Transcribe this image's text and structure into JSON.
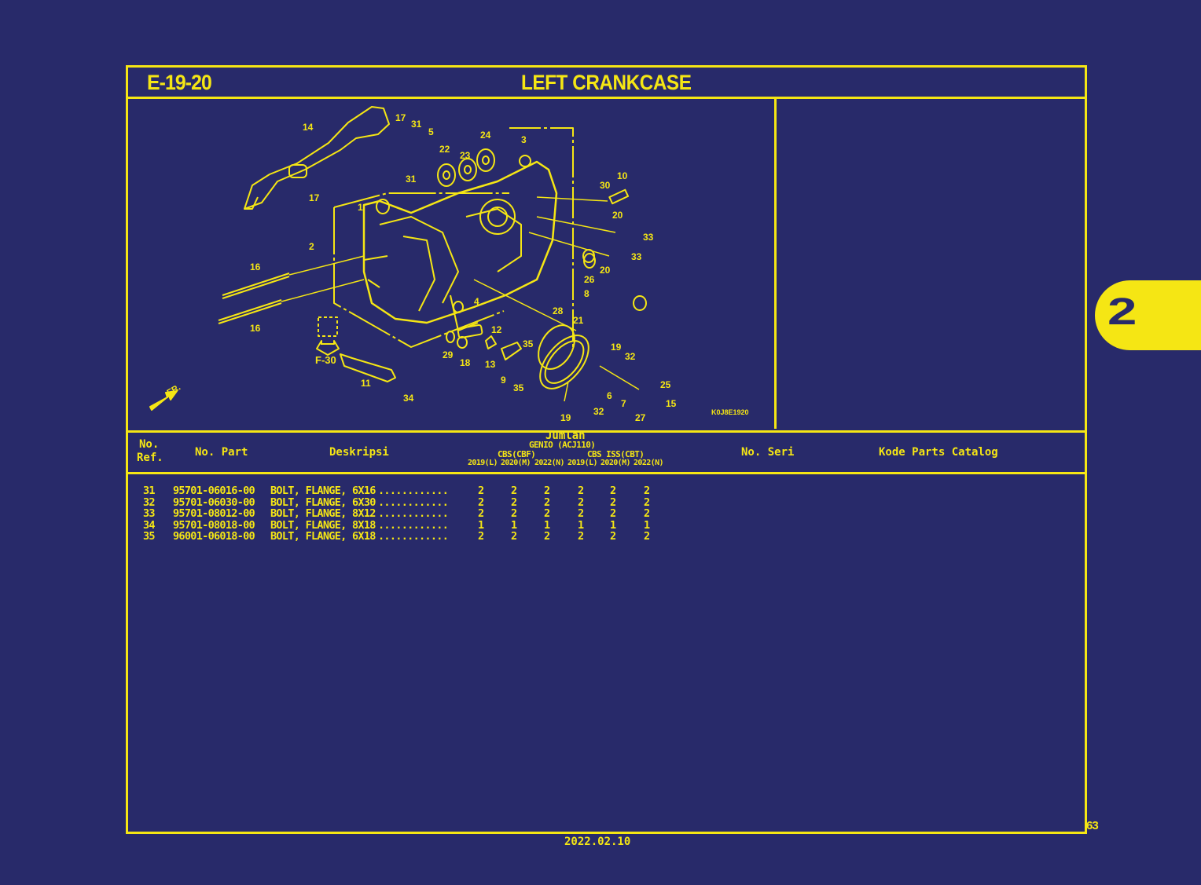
{
  "header": {
    "section_code": "E-19-20",
    "title": "LEFT CRANKCASE"
  },
  "diagram": {
    "figure_code": "K0J8E1920",
    "reference_label": "F-30",
    "direction_label": "FR.",
    "callouts": [
      "1",
      "2",
      "3",
      "4",
      "5",
      "6",
      "7",
      "8",
      "9",
      "10",
      "11",
      "12",
      "13",
      "14",
      "15",
      "16",
      "16",
      "17",
      "17",
      "18",
      "19",
      "19",
      "20",
      "20",
      "21",
      "22",
      "23",
      "24",
      "25",
      "26",
      "27",
      "28",
      "29",
      "30",
      "31",
      "31",
      "32",
      "32",
      "33",
      "33",
      "34",
      "35",
      "35"
    ]
  },
  "table": {
    "columns": {
      "ref_line1": "No.",
      "ref_line2": "Ref.",
      "part_no": "No. Part",
      "description": "Deskripsi",
      "qty": "Jumlah",
      "model": "GENIO (ACJ110)",
      "group_a": "CBS(CBF)",
      "group_b": "CBS ISS(CBT)",
      "years": [
        "2019(L)",
        "2020(M)",
        "2022(N)",
        "2019(L)",
        "2020(M)",
        "2022(N)"
      ],
      "serial_no": "No. Seri",
      "catalog_code": "Kode Parts Catalog"
    },
    "rows": [
      {
        "ref": "31",
        "part": "95701-06016-00",
        "desc": "BOLT, FLANGE, 6X16",
        "dots": "............",
        "qty": [
          "2",
          "2",
          "2",
          "2",
          "2",
          "2"
        ]
      },
      {
        "ref": "32",
        "part": "95701-06030-00",
        "desc": "BOLT, FLANGE, 6X30",
        "dots": "............",
        "qty": [
          "2",
          "2",
          "2",
          "2",
          "2",
          "2"
        ]
      },
      {
        "ref": "33",
        "part": "95701-08012-00",
        "desc": "BOLT, FLANGE, 8X12",
        "dots": "............",
        "qty": [
          "2",
          "2",
          "2",
          "2",
          "2",
          "2"
        ]
      },
      {
        "ref": "34",
        "part": "95701-08018-00",
        "desc": "BOLT, FLANGE, 8X18",
        "dots": "............",
        "qty": [
          "1",
          "1",
          "1",
          "1",
          "1",
          "1"
        ]
      },
      {
        "ref": "35",
        "part": "96001-06018-00",
        "desc": "BOLT, FLANGE, 6X18",
        "dots": "............",
        "qty": [
          "2",
          "2",
          "2",
          "2",
          "2",
          "2"
        ]
      }
    ]
  },
  "side_tab": {
    "label": "2"
  },
  "footer": {
    "page_number": "63",
    "date": "2022.02.10"
  },
  "colors": {
    "background": "#282a6a",
    "accent": "#f5e614"
  }
}
